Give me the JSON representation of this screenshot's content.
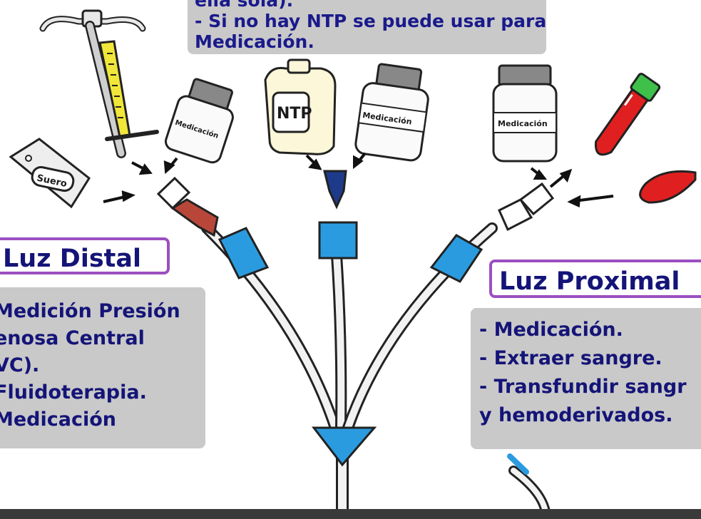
{
  "top_note": {
    "line1": "ella sola).",
    "line2": "- Si no hay NTP se puede usar para",
    "line3": "Medicación."
  },
  "left": {
    "title": "Luz Distal",
    "items": [
      "Medición Presión",
      "enosa Central",
      "VC).",
      "Fluidoterapia.",
      "Medicación"
    ]
  },
  "right": {
    "title": "Luz Proximal",
    "items": [
      "- Medicación.",
      "- Extraer sangre.",
      "- Transfundir sangr",
      "y hemoderivados."
    ]
  },
  "labels": {
    "suero": "Suero",
    "ntp": "NTP",
    "med_left": "Medicación",
    "med_center": "Medicación",
    "med_right": "Medicación"
  },
  "colors": {
    "tube_white": "#f2f2f2",
    "clamp_blue": "#2b9be0",
    "hub_red": "#b8473a",
    "hub_navy": "#1e3a8a",
    "tube_red": "#e02020",
    "cap_green": "#3fc04a",
    "iv_yellow": "#f1e63a",
    "box_gray": "#c9c9c9",
    "title_border": "#9b4fc0",
    "text_navy": "#141478"
  }
}
